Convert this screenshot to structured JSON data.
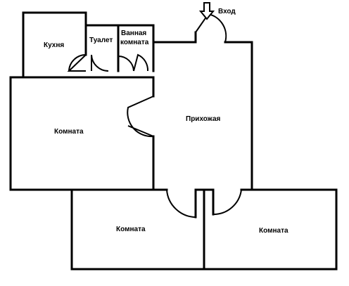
{
  "plan": {
    "rooms": {
      "kitchen": "Кухня",
      "toilet": "Туалет",
      "bathroom_line1": "Ванная",
      "bathroom_line2": "комната",
      "hallway": "Прихожая",
      "room_left": "Комната",
      "room_bottom_left": "Комната",
      "room_bottom_right": "Комната"
    },
    "entrance": {
      "label": "Вход",
      "icon": "down-arrow-icon"
    }
  }
}
